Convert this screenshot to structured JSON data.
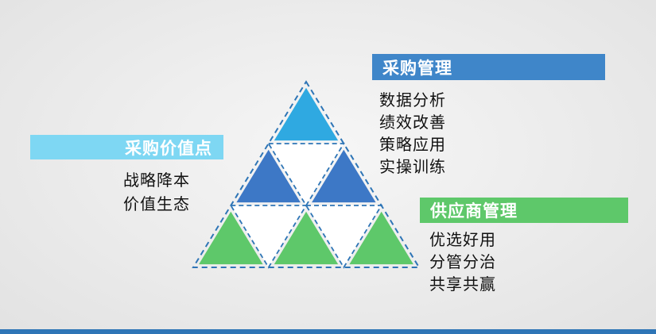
{
  "colors": {
    "bg-center": "#f6f6f6",
    "bg-edge": "#e2e2e2",
    "cyan": "#2fa9e1",
    "cyan-light": "#7ed7f3",
    "blue": "#3d78c6",
    "blue-bar": "#3f86c9",
    "green": "#5ec86a",
    "dash": "#2e75b6",
    "footer": "#2e75b6",
    "text": "#111111"
  },
  "value_panel": {
    "title": "采购价值点",
    "items": [
      "战略降本",
      "价值生态"
    ]
  },
  "procurement_panel": {
    "title": "采购管理",
    "items": [
      "数据分析",
      "绩效改善",
      "策略应用",
      "实操训练"
    ]
  },
  "supplier_panel": {
    "title": "供应商管理",
    "items": [
      "优选好用",
      "分管分治",
      "共享共赢"
    ]
  },
  "pyramid": {
    "levels": 3,
    "level_colors": [
      "#2fa9e1",
      "#3d78c6",
      "#5ec86a"
    ]
  }
}
